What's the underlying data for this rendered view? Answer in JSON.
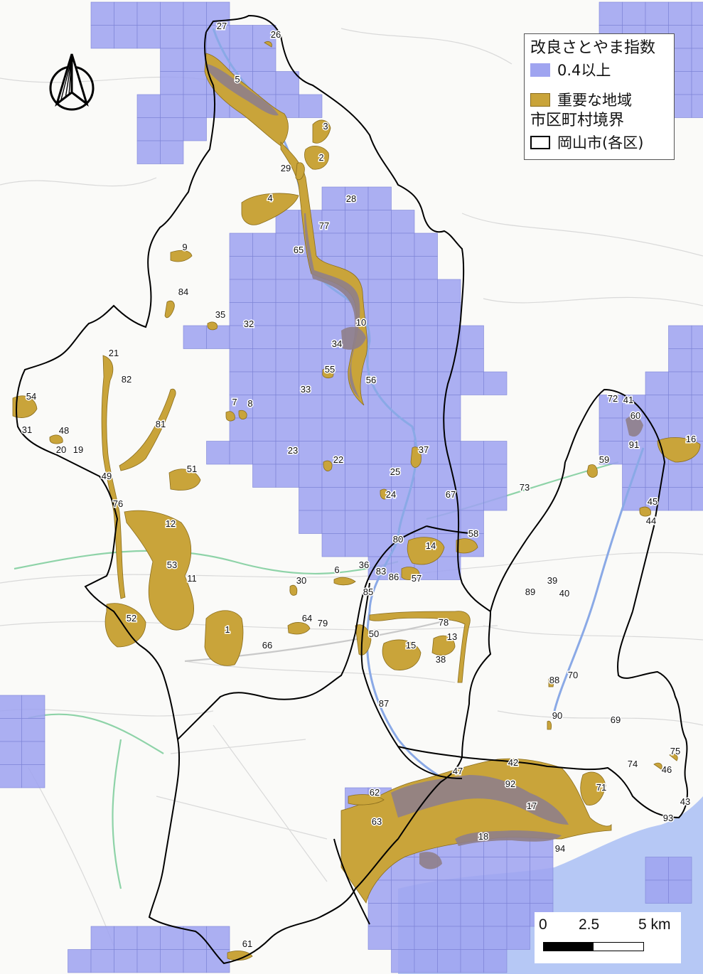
{
  "legend": {
    "title": "改良さとやま指数",
    "grid_label": "0.4以上",
    "important_label": "重要な地域",
    "boundary_title": "市区町村境界",
    "boundary_label": "岡山市(各区)"
  },
  "scale": {
    "zero": "0",
    "mid": "2.5",
    "end": "5 km"
  },
  "colors": {
    "grid_fill": "#9fa4f0",
    "important_fill": "#c9a43a",
    "overlap_fill": "#8f7f8a",
    "boundary": "#000000",
    "water": "#b6c8f5",
    "river": "#9ab6e8"
  },
  "area_labels": [
    "1",
    "2",
    "3",
    "4",
    "5",
    "6",
    "7",
    "8",
    "9",
    "10",
    "11",
    "12",
    "13",
    "14",
    "15",
    "16",
    "17",
    "18",
    "19",
    "20",
    "21",
    "22",
    "23",
    "24",
    "25",
    "26",
    "27",
    "28",
    "29",
    "30",
    "31",
    "32",
    "33",
    "34",
    "35",
    "36",
    "37",
    "38",
    "39",
    "40",
    "41",
    "42",
    "43",
    "44",
    "45",
    "46",
    "47",
    "48",
    "49",
    "50",
    "51",
    "52",
    "53",
    "54",
    "55",
    "56",
    "57",
    "58",
    "59",
    "60",
    "61",
    "62",
    "63",
    "64",
    "65",
    "66",
    "67",
    "69",
    "70",
    "71",
    "72",
    "73",
    "74",
    "75",
    "76",
    "77",
    "78",
    "79",
    "80",
    "81",
    "82",
    "83",
    "84",
    "85",
    "86",
    "87",
    "88",
    "89",
    "90",
    "91",
    "92",
    "93",
    "94"
  ]
}
